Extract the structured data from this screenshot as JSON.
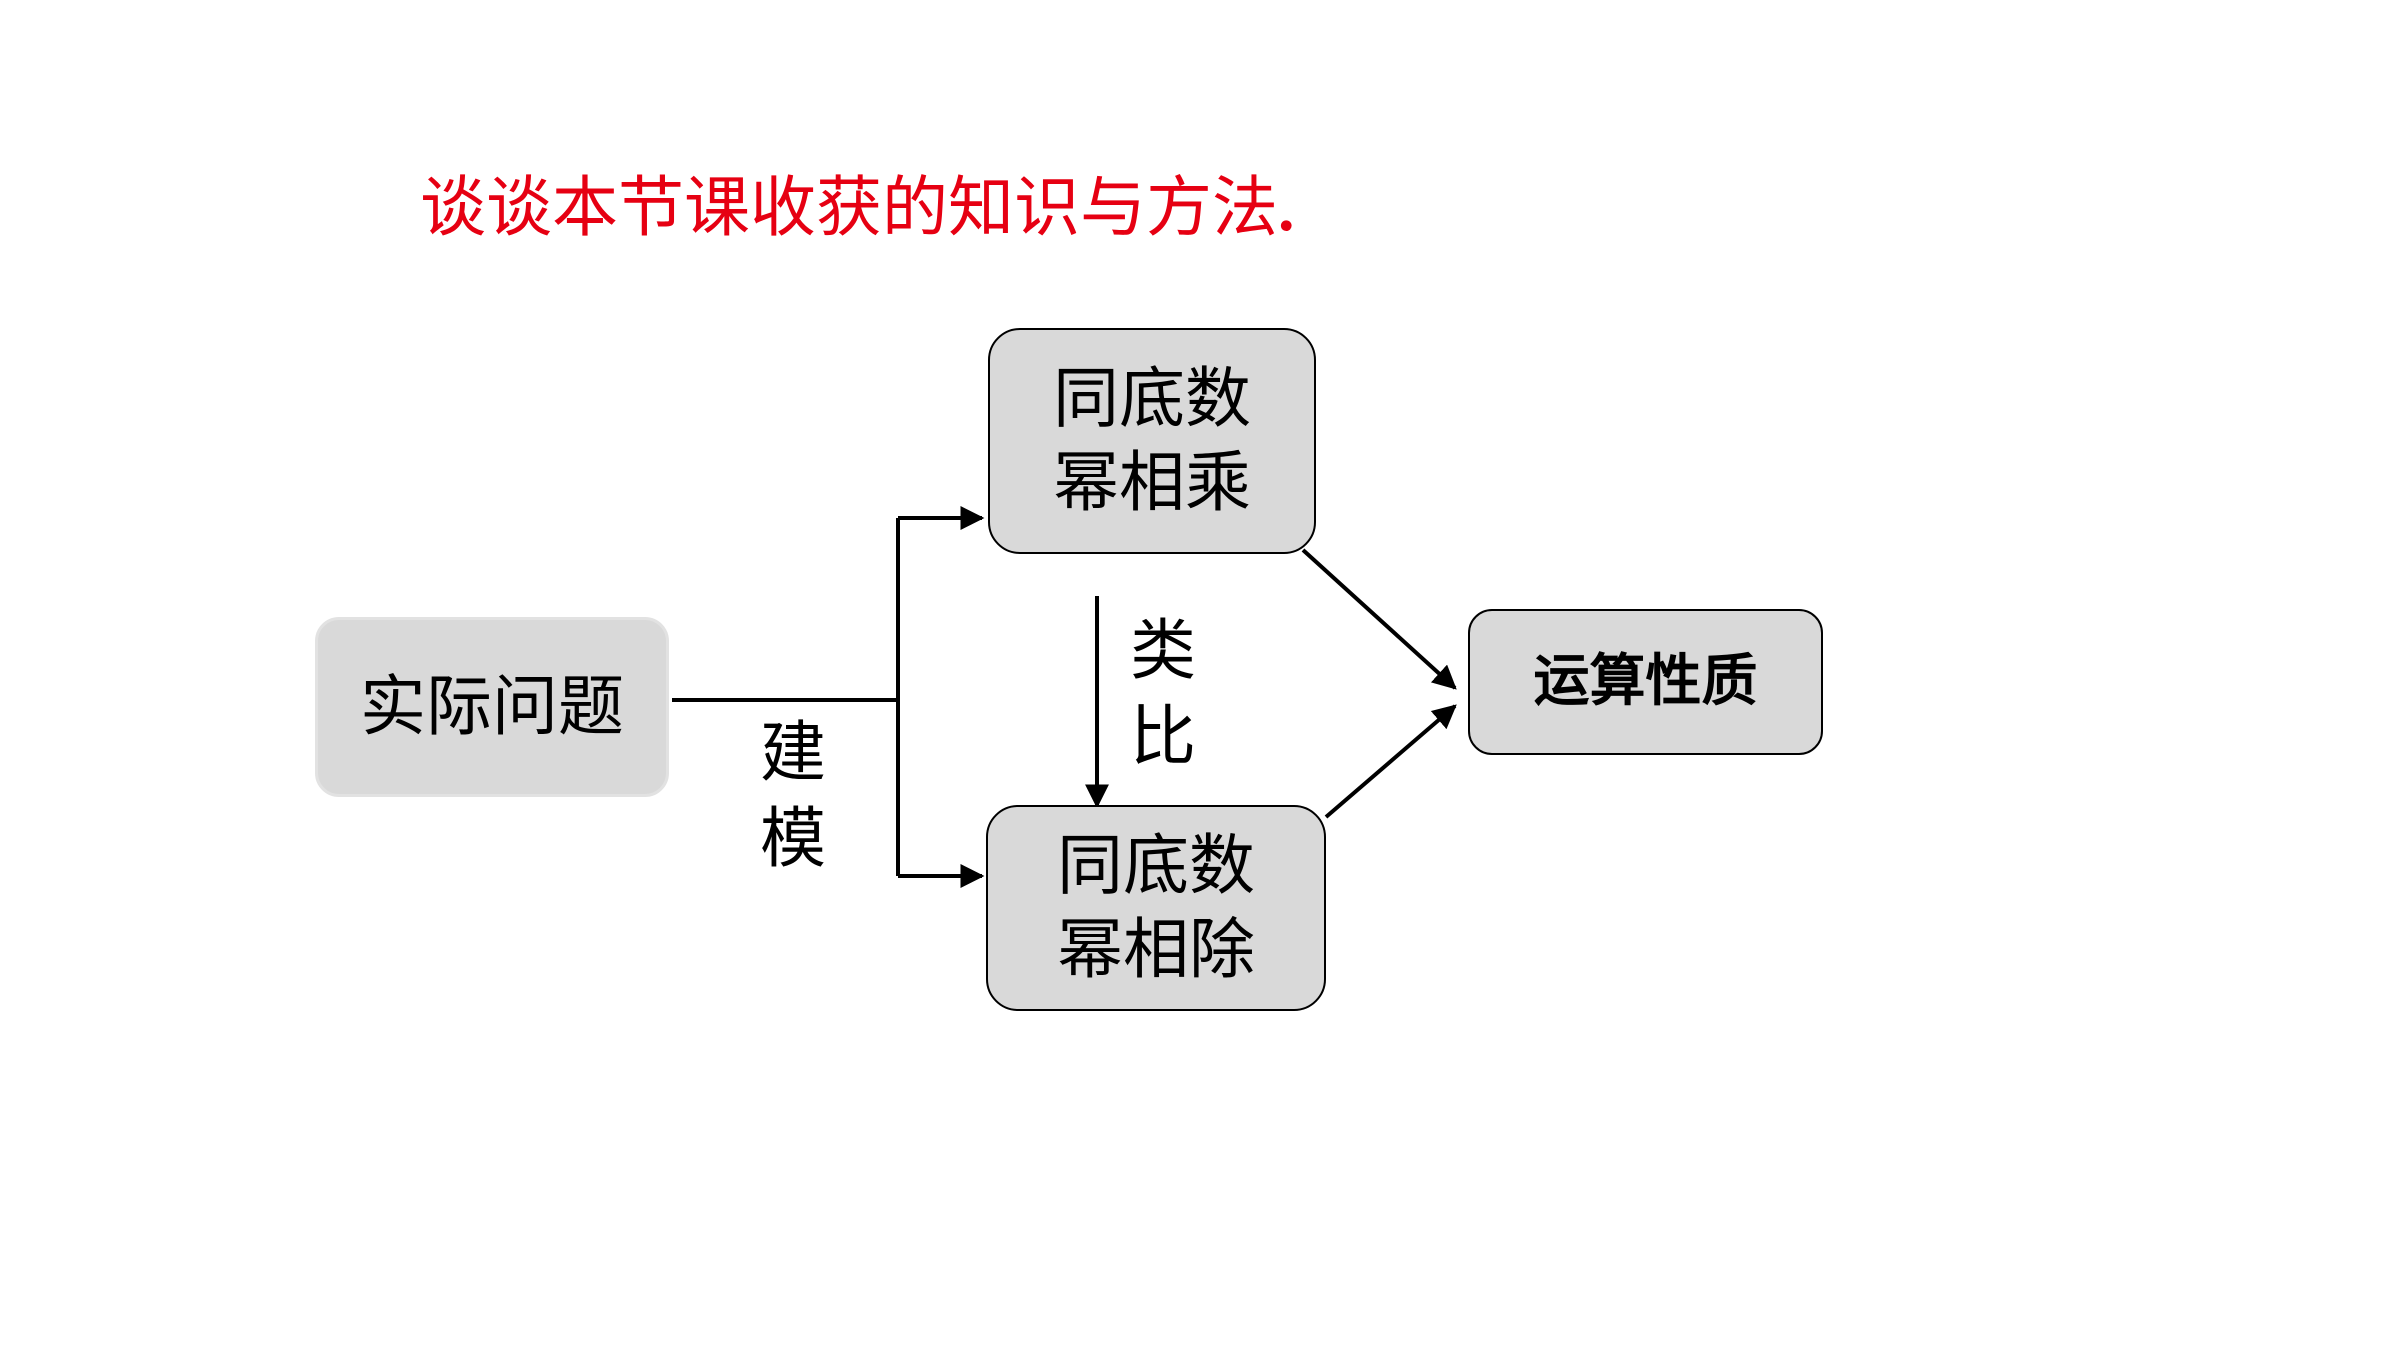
{
  "title": {
    "text": "谈谈本节课收获的知识与方法",
    "dot": "."
  },
  "nodes": {
    "start": {
      "label": "实际问题"
    },
    "multiply": {
      "line1": "同底数",
      "line2": "幂相乘"
    },
    "divide": {
      "line1": "同底数",
      "line2": "幂相除"
    },
    "result": {
      "label": "运算性质"
    }
  },
  "edge_labels": {
    "modeling": {
      "char1": "建",
      "char2": "模"
    },
    "analogy": {
      "char1": "类",
      "char2": "比"
    }
  },
  "colors": {
    "title": "#e60012",
    "box_fill": "#d9d9d9",
    "line": "#000000"
  }
}
